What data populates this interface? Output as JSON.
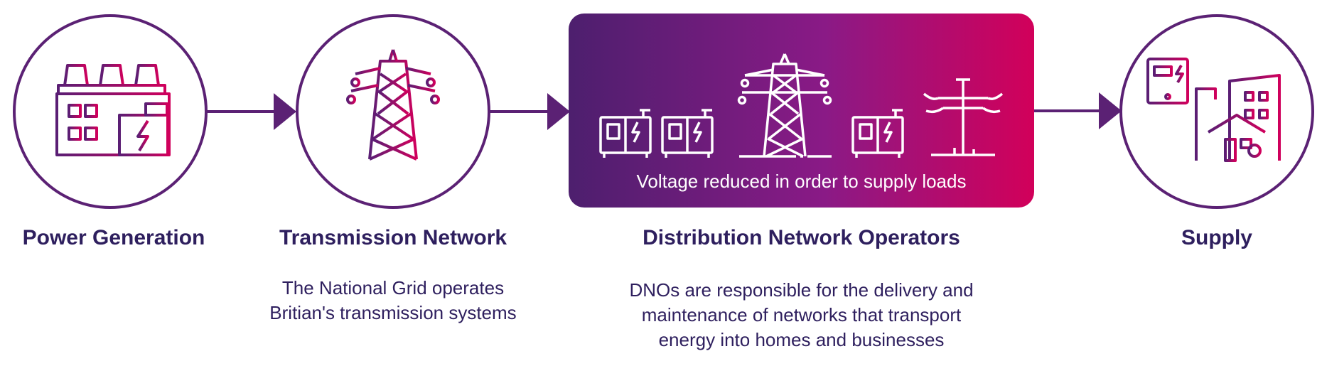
{
  "stages": [
    {
      "title": "Power Generation",
      "icon": "factory-icon"
    },
    {
      "title": "Transmission Network",
      "icon": "pylon-icon",
      "description": [
        "The National Grid operates",
        "Britian's transmission systems"
      ]
    },
    {
      "title": "Distribution Network Operators",
      "icon": "substation-icon",
      "caption": "Voltage reduced in order to supply loads",
      "description": [
        "DNOs are responsible for the delivery and",
        "maintenance of networks that transport",
        "energy into homes and businesses"
      ]
    },
    {
      "title": "Supply",
      "icon": "homes-icon"
    }
  ],
  "colors": {
    "navy": "#2e1f5e",
    "purple": "#6b2277",
    "magenta": "#c8005c"
  }
}
